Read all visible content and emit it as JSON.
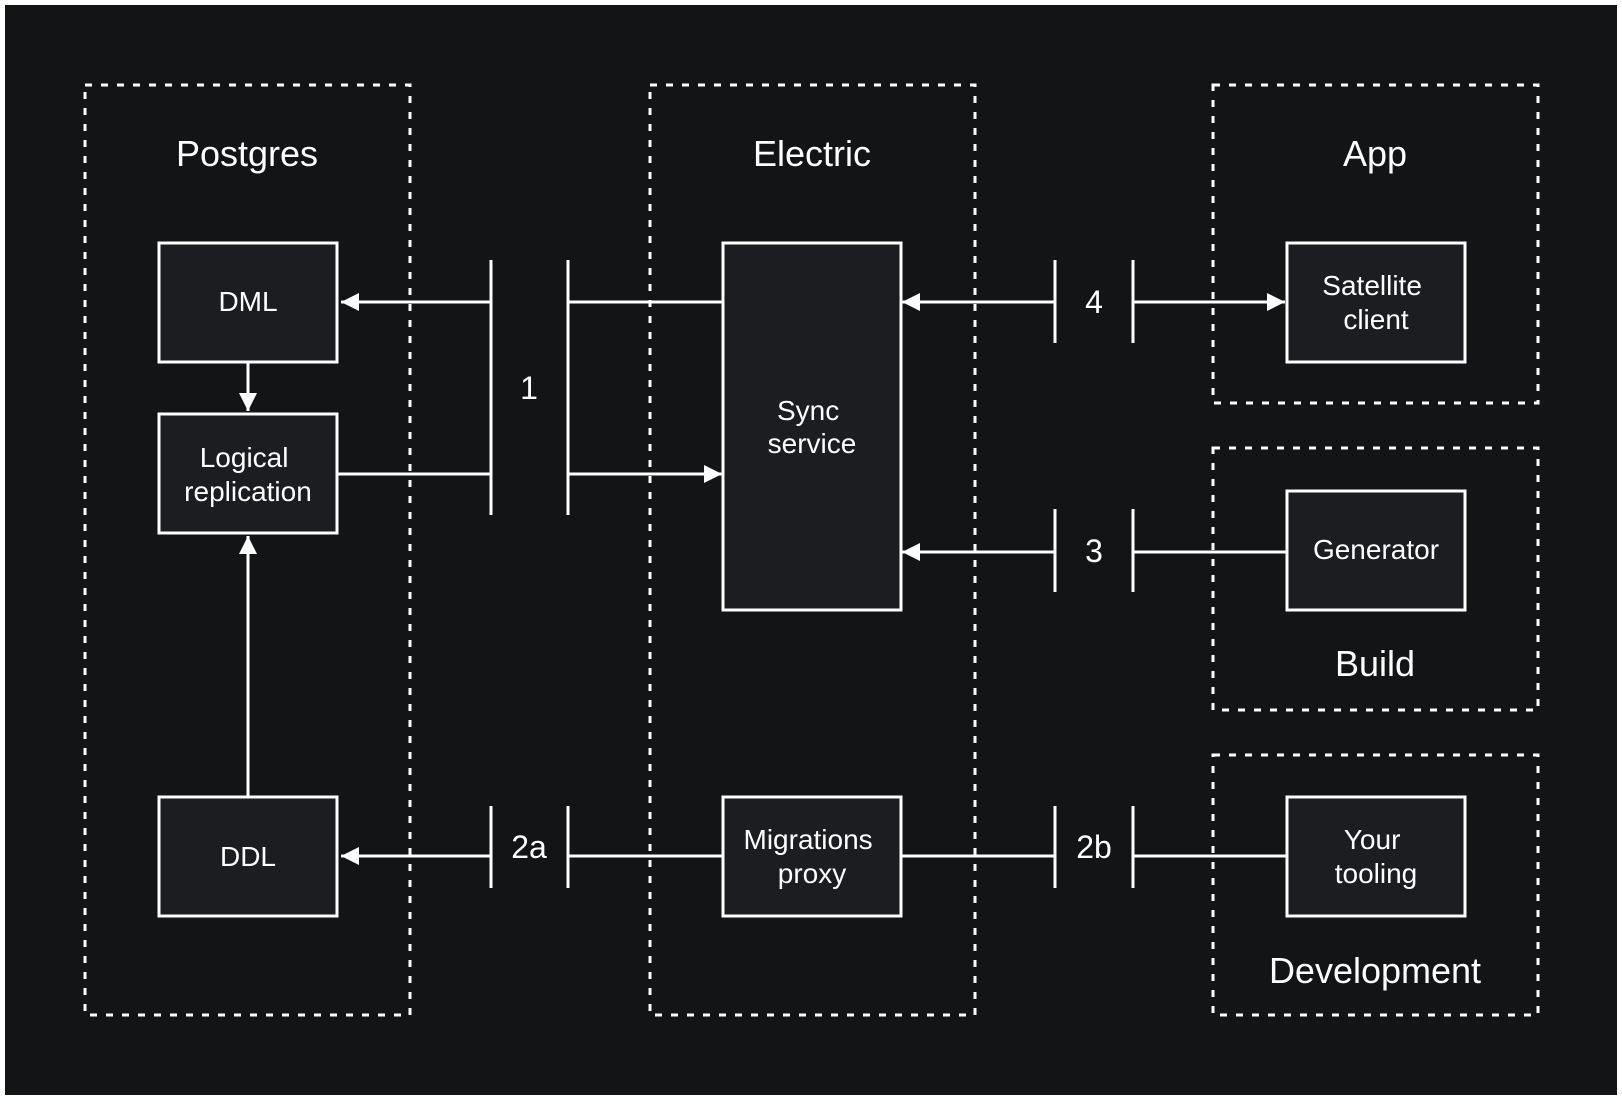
{
  "colors": {
    "background": "#131416",
    "node_fill": "#1c1d20",
    "stroke": "#ffffff",
    "text": "#ffffff"
  },
  "groups": {
    "postgres": {
      "title": "Postgres"
    },
    "electric": {
      "title": "Electric"
    },
    "app": {
      "title": "App"
    },
    "build": {
      "title": "Build"
    },
    "development": {
      "title": "Development"
    }
  },
  "nodes": {
    "dml": {
      "lines": [
        "DML"
      ]
    },
    "logical_replication": {
      "lines": [
        "Logical",
        "replication"
      ]
    },
    "ddl": {
      "lines": [
        "DDL"
      ]
    },
    "sync_service": {
      "lines": [
        "Sync",
        "service"
      ]
    },
    "migrations_proxy": {
      "lines": [
        "Migrations",
        "proxy"
      ]
    },
    "satellite_client": {
      "lines": [
        "Satellite",
        "client"
      ]
    },
    "generator": {
      "lines": [
        "Generator"
      ]
    },
    "your_tooling": {
      "lines": [
        "Your",
        "tooling"
      ]
    }
  },
  "connections": {
    "c1": {
      "label": "1"
    },
    "c2a": {
      "label": "2a"
    },
    "c2b": {
      "label": "2b"
    },
    "c3": {
      "label": "3"
    },
    "c4": {
      "label": "4"
    }
  }
}
